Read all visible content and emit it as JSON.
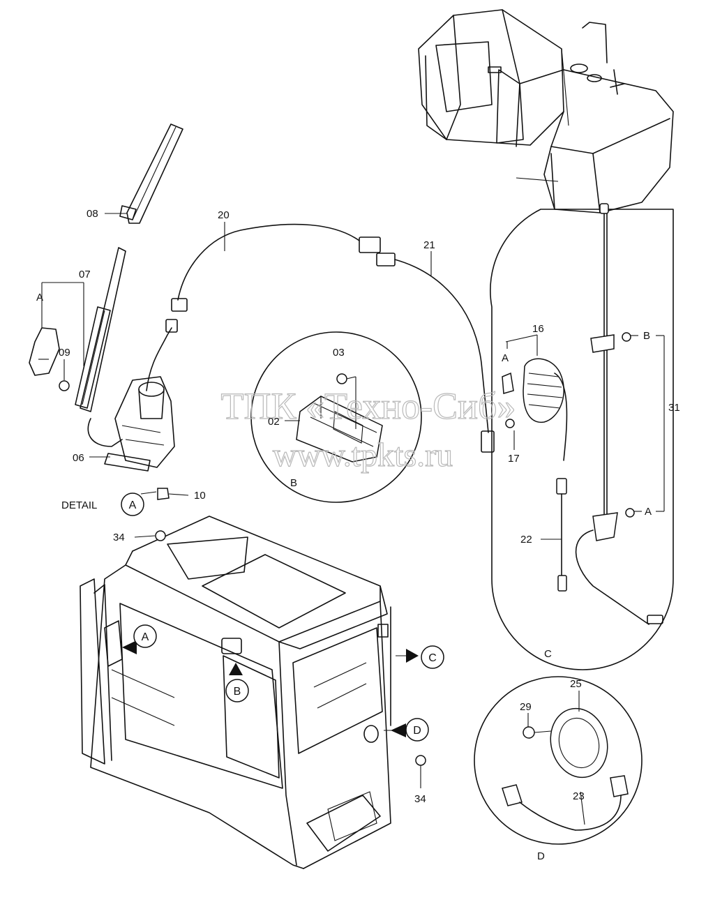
{
  "part_numbers": [
    "02",
    "03",
    "06",
    "07",
    "08",
    "09",
    "10",
    "16",
    "17",
    "20",
    "21",
    "22",
    "23",
    "25",
    "29",
    "31",
    "34"
  ],
  "labels": {
    "p02": "02",
    "p03": "03",
    "p06": "06",
    "p07": "07",
    "p08": "08",
    "p09": "09",
    "p10": "10",
    "p16": "16",
    "p17": "17",
    "p20": "20",
    "p21": "21",
    "p22": "22",
    "p23": "23",
    "p25": "25",
    "p29": "29",
    "p31": "31",
    "p34a": "34",
    "p34b": "34"
  },
  "detail_caption": "DETAIL",
  "detail_letters": {
    "a": "A",
    "b": "B",
    "c": "C",
    "d": "D",
    "a_detail": "A",
    "b_detail": "B",
    "c_detail": "C",
    "d_detail": "D",
    "a_ref16": "A",
    "b_ref31": "B",
    "a_ref31": "A",
    "a_ref07": "A"
  },
  "watermark": {
    "line1": "ТПК «Техно-Сиб»",
    "line2": "www.tpkts.ru"
  }
}
